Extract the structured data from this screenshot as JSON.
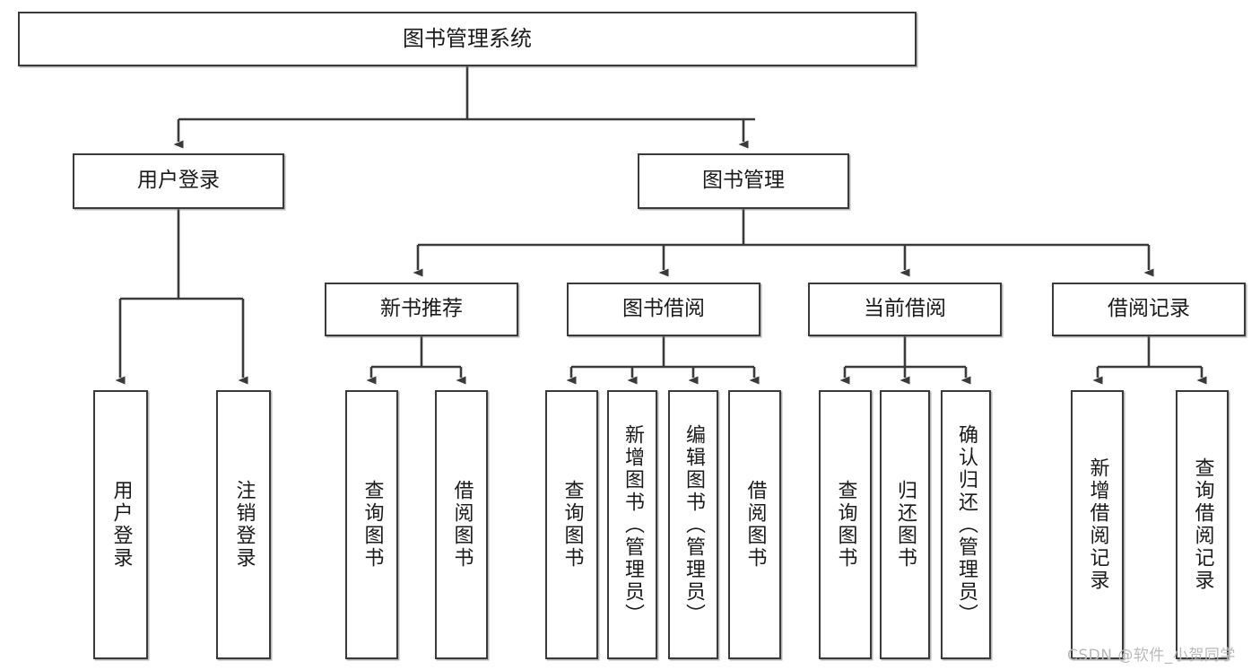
{
  "diagram": {
    "title": "图书管理系统",
    "type": "tree-hierarchy",
    "watermark": "CSDN @软件_小贺同学",
    "colors": {
      "stroke": "#3a3a3a",
      "fill": "#ffffff",
      "text": "#1a1a1a",
      "watermark": "#b9b9b9"
    },
    "nodes": {
      "root": {
        "label": "图书管理系统"
      },
      "level2": [
        {
          "id": "user-login",
          "label": "用户登录"
        },
        {
          "id": "book-manage",
          "label": "图书管理"
        }
      ],
      "level3": [
        {
          "id": "new-book-rec",
          "label": "新书推荐"
        },
        {
          "id": "book-borrow",
          "label": "图书借阅"
        },
        {
          "id": "current-borrow",
          "label": "当前借阅"
        },
        {
          "id": "borrow-record",
          "label": "借阅记录"
        }
      ],
      "leaves": {
        "user-login": [
          {
            "id": "leaf-user-login",
            "label": "用户登录"
          },
          {
            "id": "leaf-logout",
            "label": "注销登录"
          }
        ],
        "new-book-rec": [
          {
            "id": "leaf-query-book-1",
            "label": "查询图书"
          },
          {
            "id": "leaf-borrow-book-1",
            "label": "借阅图书"
          }
        ],
        "book-borrow": [
          {
            "id": "leaf-query-book-2",
            "label": "查询图书"
          },
          {
            "id": "leaf-add-book",
            "label": "新增图书（管理员）"
          },
          {
            "id": "leaf-edit-book",
            "label": "编辑图书（管理员）"
          },
          {
            "id": "leaf-borrow-book-2",
            "label": "借阅图书"
          }
        ],
        "current-borrow": [
          {
            "id": "leaf-query-book-3",
            "label": "查询图书"
          },
          {
            "id": "leaf-return-book",
            "label": "归还图书"
          },
          {
            "id": "leaf-confirm-return",
            "label": "确认归还（管理员）"
          }
        ],
        "borrow-record": [
          {
            "id": "leaf-add-record",
            "label": "新增借阅记录"
          },
          {
            "id": "leaf-query-record",
            "label": "查询借阅记录"
          }
        ]
      }
    }
  }
}
